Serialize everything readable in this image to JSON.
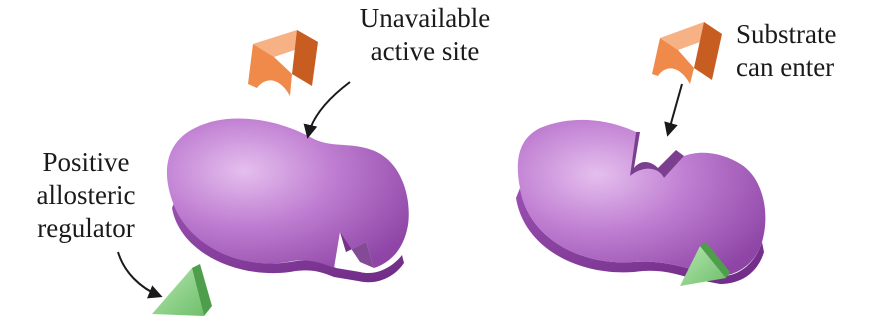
{
  "labels": {
    "unavailable_site": [
      "Unavailable",
      "active site"
    ],
    "positive_regulator": [
      "Positive",
      "allosteric",
      "regulator"
    ],
    "substrate_enter": [
      "Substrate",
      "can enter"
    ]
  },
  "colors": {
    "enzyme_light": "#d9a6e4",
    "enzyme_mid": "#a960bd",
    "enzyme_dark": "#7c3592",
    "substrate_front": "#f08a4b",
    "substrate_top": "#f6b184",
    "substrate_side": "#c85d22",
    "regulator_front": "#8fd08c",
    "regulator_dark": "#4f9e4c",
    "arrow": "#1a1a1a"
  },
  "icons": {
    "enzyme_inactive": "enzyme-closed-site-shape",
    "enzyme_active": "enzyme-open-site-shape",
    "substrate": "substrate-block-shape",
    "regulator": "triangular-regulator-shape"
  }
}
